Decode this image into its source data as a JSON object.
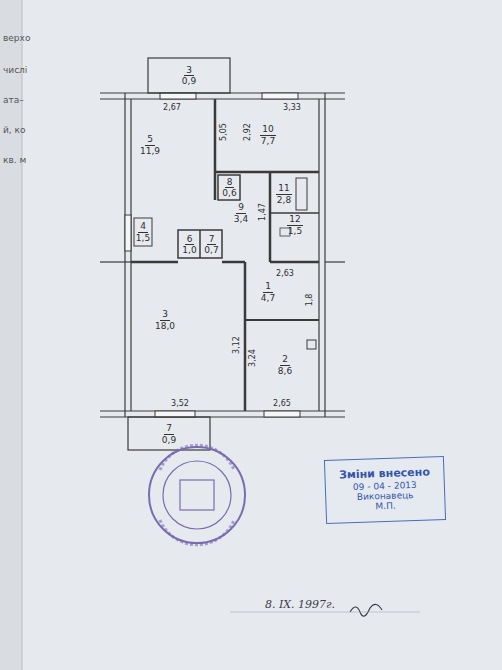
{
  "diagram": {
    "nodes": [
      {
        "text": [
          "3",
          "0,9"
        ]
      },
      {
        "text": [
          "5",
          "11,9"
        ]
      },
      {
        "text": [
          "10",
          "7,7"
        ]
      },
      {
        "text": [
          "8",
          "0,6"
        ]
      },
      {
        "text": [
          "11",
          "2,8"
        ]
      },
      {
        "text": [
          "9",
          "3,4"
        ]
      },
      {
        "text": [
          "4",
          "1,5"
        ]
      },
      {
        "text": [
          "6",
          "1,0"
        ]
      },
      {
        "text": [
          "7",
          "0,7"
        ]
      },
      {
        "text": [
          "12",
          "1,5"
        ]
      },
      {
        "text": [
          "1",
          "4,7"
        ]
      },
      {
        "text": [
          "3",
          "18,0"
        ]
      },
      {
        "text": [
          "2",
          "8,6"
        ]
      },
      {
        "text": [
          "7",
          "0,9"
        ]
      },
      {
        "text": [
          "Зміни внесено",
          "09 - 04 - 2013",
          "Виконавець",
          "М.П."
        ]
      }
    ],
    "labels": [
      "верхо",
      "числі",
      "ата–",
      "й, ко",
      "кв. м",
      "2,67",
      "5,05",
      "2,92",
      "3,33",
      "1,47",
      "2,63",
      "1,8",
      "3,12",
      "3,24",
      "3,52",
      "2,65",
      "8. IX. 1997г."
    ]
  }
}
